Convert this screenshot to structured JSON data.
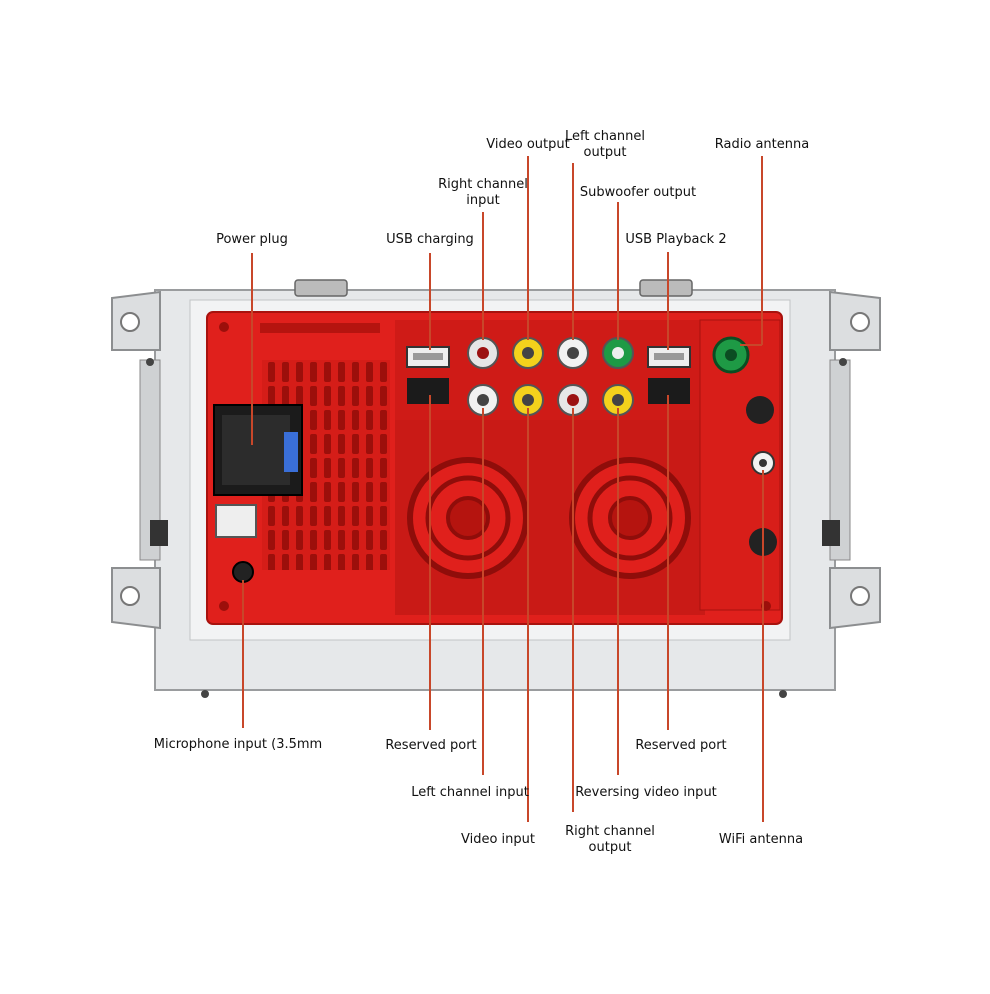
{
  "labels": {
    "power_plug": "Power plug",
    "usb_charging": "USB charging",
    "right_channel_input": "Right channel\ninput",
    "video_output": "Video output",
    "left_channel_output": "Left channel\noutput",
    "subwoofer_output": "Subwoofer output",
    "usb_playback_2": "USB Playback 2",
    "radio_antenna": "Radio antenna",
    "microphone_input": "Microphone input (3.5mm",
    "reserved_port_left": "Reserved port",
    "reserved_port_right": "Reserved port",
    "left_channel_input": "Left channel input",
    "reversing_video_input": "Reversing video input",
    "video_input": "Video input",
    "right_channel_output": "Right channel\noutput",
    "wifi_antenna": "WiFi antenna"
  },
  "colors": {
    "panel_red": "#e0201c",
    "panel_red_dark": "#b5140f",
    "chassis_gray": "#e3e5e7",
    "leader_line": "#c8472a",
    "rca_yellow": "#f4d21c",
    "rca_white": "#f2f2f2",
    "rca_green": "#1e9a45"
  }
}
